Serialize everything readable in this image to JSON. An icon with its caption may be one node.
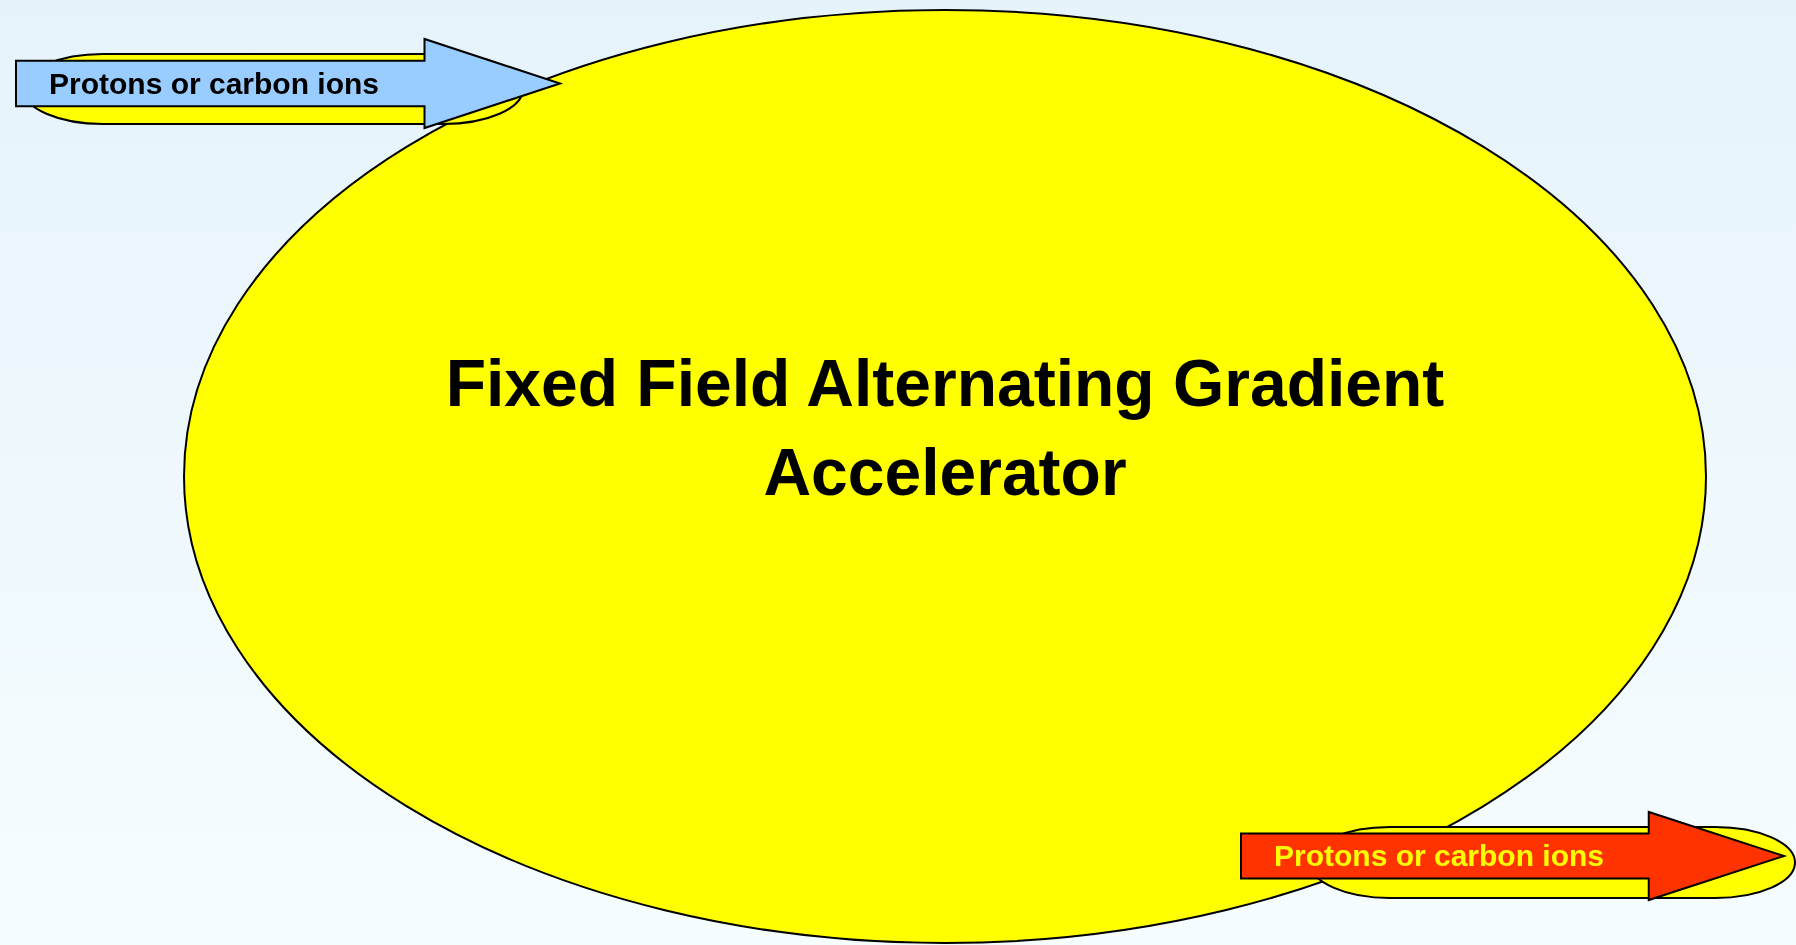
{
  "diagram": {
    "nodes": [
      {
        "text": [
          "Protons or carbon ions"
        ]
      },
      {
        "text": [
          "Fixed Field Alternating Gradient Accelerator"
        ]
      },
      {
        "text": [
          "Protons or carbon ions"
        ]
      }
    ]
  }
}
